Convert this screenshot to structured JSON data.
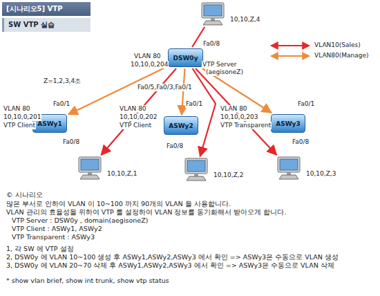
{
  "diagram": {
    "nodes": [
      {
        "text": [
          "[시나리오5] VTP"
        ]
      },
      {
        "text": [
          "SW VTP 실습"
        ]
      },
      {
        "text": [
          "10,10,Z,4"
        ]
      },
      {
        "text": [
          "DSW0y"
        ]
      },
      {
        "text": [
          "ASWy1"
        ]
      },
      {
        "text": [
          "ASWy2"
        ]
      },
      {
        "text": [
          "ASWy3"
        ]
      },
      {
        "text": [
          "10,10,Z,1"
        ]
      },
      {
        "text": [
          "10,10,Z,2"
        ]
      },
      {
        "text": [
          "10,10,Z,3"
        ]
      }
    ],
    "edges": [
      {
        "from": 2,
        "to": 3,
        "arrow": "none"
      },
      {
        "from": 3,
        "to": 4,
        "arrow": "to"
      },
      {
        "from": 3,
        "to": 5,
        "arrow": "to"
      },
      {
        "from": 3,
        "to": 6,
        "arrow": "to"
      },
      {
        "from": 3,
        "to": 7,
        "arrow": "to"
      },
      {
        "from": 3,
        "to": 8,
        "arrow": "to"
      },
      {
        "from": 3,
        "to": 9,
        "arrow": "to"
      }
    ],
    "labels": [
      "Z=1,2,3,4조",
      "Fa0/8",
      "VLAN 80",
      "10,10,0,204",
      "VTP Server",
      "(aegisoneZ)",
      "Fa0/5,Fa0/3,Fa0/1",
      "Fa0/1",
      "VLAN 80",
      "10,10,0,201",
      "VTP Client",
      "Fa0/8",
      "Fa0/1",
      "VLAN 80",
      "10,10,0,202",
      "VTP Client",
      "Fa0/8",
      "Fa0/1",
      "VLAN 80",
      "10,10,0,203",
      "VTP Transparent",
      "Fa0/8",
      "© 시나리오",
      "많은 부서로 인하여 VLAN 이 10~100 까지 90개의 VLAN 을 사용합니다.",
      "VLAN 관리의 효율성을 위하여 VTP 를 설정하여 VLAN 정보를 동기화해서 받아오게 합니다.",
      "VTP Server : DSW0y , domain(aegisoneZ)",
      "VTP Client : ASWy1, ASWy2",
      "VTP Transparent : ASWy3",
      "1, 각 SW 에 VTP 설정",
      "2, DSW0y 에 VLAN 10~100 생성 후 ASWy1,ASWy2,ASWy3 에서 확인 => ASWy3은 수동으로 VLAN 생성",
      "3, DSW0y 에 VLAN 20~70 삭제 후 ASWy1,ASWy2,ASWy3 에서 확인 => ASWy3은 수동으로 VLAN 삭제",
      "* show vlan brief, show int trunk, show vtp status"
    ],
    "legend": [
      {
        "text": "VLAN10(Sales)"
      },
      {
        "text": "VLAN80(Manage)"
      }
    ]
  }
}
